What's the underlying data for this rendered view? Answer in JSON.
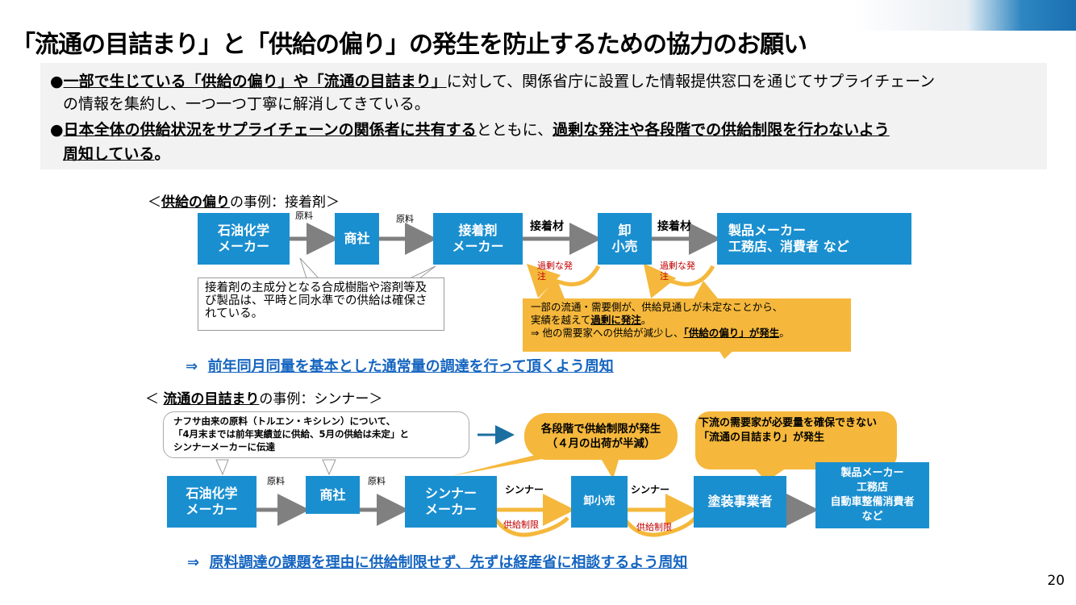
{
  "title": "「流通の目詰まり」と「供給の偏り」の発生を防止するための協力のお願い",
  "bullets": {
    "b1_u": "一部で生じている「供給の偏り」や「流通の目詰まり」",
    "b1_rest": "に対して、関係省庁に設置した情報提供窓口を通じてサプライチェーン",
    "b1_line2": "の情報を集約し、一つ一つ丁寧に解消してきている。",
    "b2_u1": "日本全体の供給状況をサプライチェーンの関係者に共有する",
    "b2_mid": "とともに、",
    "b2_u2": "過剰な発注や各段階での供給制限を行わないよう",
    "b2_u3": "周知している",
    "b2_end": "。"
  },
  "section1": {
    "head_open": "＜",
    "head_u": "供給の偏り",
    "head_rest": "の事例：接着剤＞",
    "nodes": {
      "petro": "石油化学\nメーカー",
      "trader": "商社",
      "adhesive_maker": "接着剤\nメーカー",
      "wholesale": "卸\n小売",
      "end_users": "製品メーカー\n工務店、消費者 など"
    },
    "edge_raw1": "原料",
    "edge_raw2": "原料",
    "edge_prod1": "接着材",
    "edge_prod2": "接着材",
    "over_order1": "過剰な発注",
    "over_order2": "過剰な発注",
    "note": "接着剤の主成分となる合成樹脂や溶剤等及び製品は、平時と同水準での供給は確保されている。",
    "callout": {
      "line1": "一部の流通・需要側が、供給見通しが未定なことから、",
      "line2_a": "実績を越えて",
      "line2_b": "過剰に発注",
      "line2_c": "。",
      "line3_a": "⇒  他の需要家への供給が減少し、",
      "line3_b": "「供給の偏り」が発生",
      "line3_c": "。"
    },
    "conclusion_arrow": "⇒",
    "conclusion": "前年同月同量を基本とした通常量の調達を行って頂くよう周知"
  },
  "section2": {
    "head_open": "＜ ",
    "head_u": "流通の目詰まり",
    "head_rest": "の事例：シンナー＞",
    "nodes": {
      "petro": "石油化学\nメーカー",
      "trader": "商社",
      "thinner_maker": "シンナー\nメーカー",
      "wholesale": "卸小売",
      "painter": "塗装事業者",
      "end_users": "製品メーカー\n工務店\n自動車整備消費者\nなど"
    },
    "edge_raw1": "原料",
    "edge_raw2": "原料",
    "edge_prod1": "シンナー",
    "edge_prod2": "シンナー",
    "limit1": "供給制限",
    "limit2": "供給制限",
    "note_l1": "ナフサ由来の原料（トルエン・キシレン）について、",
    "note_l2": "「4月末までは前年実績並に供給、5月の供給は未定」と",
    "note_l3": "シンナーメーカーに伝達",
    "callout1": "各段階で供給制限が発生\n（４月の出荷が半減）",
    "callout2": "下流の需要家が必要量を確保できない\n「流通の目詰まり」が発生",
    "conclusion_arrow": "⇒",
    "conclusion": "原料調達の課題を理由に供給制限せず、先ずは経産省に相談するよう周知"
  },
  "page_number": "20",
  "colors": {
    "node": "#1a8fd0",
    "callout": "#f5b83c",
    "conclusion": "#1565c0",
    "arrow": "#808080"
  }
}
